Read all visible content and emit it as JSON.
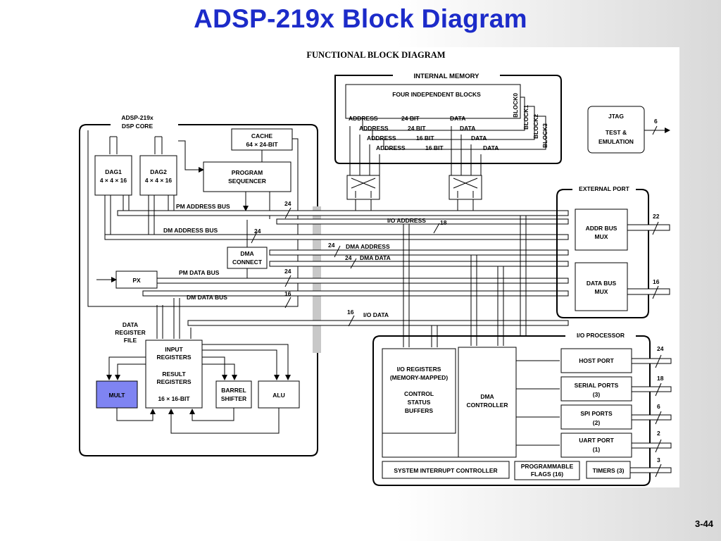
{
  "slide": {
    "title": "ADSP-219x Block Diagram",
    "page_number": "3-44"
  },
  "diagram": {
    "title": "FUNCTIONAL BLOCK DIAGRAM",
    "internal_memory": {
      "label": "INTERNAL MEMORY",
      "subtitle": "FOUR  INDEPENDENT BLOCKS",
      "blocks": [
        "BLOCK0",
        "BLOCK1",
        "BLOCK2",
        "BLOCK3"
      ],
      "rows": [
        {
          "address": "ADDRESS",
          "address_width": "24 BIT",
          "data": "DATA"
        },
        {
          "address": "ADDRESS",
          "address_width": "24 BIT",
          "data": "DATA"
        },
        {
          "address": "ADDRESS",
          "address_width": "16 BIT",
          "data": "DATA"
        },
        {
          "address": "ADDRESS",
          "address_width": "16 BIT",
          "data": "DATA"
        }
      ]
    },
    "dsp_core": {
      "label_line1": "ADSP-219x",
      "label_line2": "DSP CORE",
      "cache_line1": "CACHE",
      "cache_line2": "64 × 24-BIT",
      "dag1_line1": "DAG1",
      "dag1_line2": "4 × 4 × 16",
      "dag2_line1": "DAG2",
      "dag2_line2": "4 × 4 × 16",
      "sequencer_line1": "PROGRAM",
      "sequencer_line2": "SEQUENCER",
      "pm_address_bus": "PM ADDRESS BUS",
      "dm_address_bus": "DM ADDRESS BUS",
      "pm_data_bus": "PM DATA BUS",
      "dm_data_bus": "DM DATA BUS",
      "dma_connect_line1": "DMA",
      "dma_connect_line2": "CONNECT",
      "px": "PX",
      "data_register_file": [
        "DATA",
        "REGISTER",
        "FILE"
      ],
      "register_file": [
        "INPUT",
        "REGISTERS",
        "RESULT",
        "REGISTERS",
        "16 × 16-BIT"
      ],
      "mult": "MULT",
      "barrel_shifter_line1": "BARREL",
      "barrel_shifter_line2": "SHIFTER",
      "alu": "ALU"
    },
    "bus_widths": {
      "pm_address": "24",
      "dm_address": "24",
      "io_address": "18",
      "dma_address": "24",
      "dma_data": "24",
      "pm_data": "24",
      "dm_data": "16",
      "io_data": "16"
    },
    "io_address_label": "I/O ADDRESS",
    "dma_address_label": "DMA ADDRESS",
    "dma_data_label": "DMA DATA",
    "io_data_label": "I/O DATA",
    "jtag": {
      "title": "JTAG",
      "line1": "TEST &",
      "line2": "EMULATION",
      "pins": "6"
    },
    "external_port": {
      "label": "EXTERNAL PORT",
      "addr_mux_line1": "ADDR BUS",
      "addr_mux_line2": "MUX",
      "addr_pins": "22",
      "data_mux_line1": "DATA BUS",
      "data_mux_line2": "MUX",
      "data_pins": "16"
    },
    "io_processor": {
      "label": "I/O PROCESSOR",
      "io_registers": [
        "I/O REGISTERS",
        "(MEMORY-MAPPED)",
        "CONTROL",
        "STATUS",
        "BUFFERS"
      ],
      "dma_controller_line1": "DMA",
      "dma_controller_line2": "CONTROLLER",
      "host_port": "HOST PORT",
      "host_pins": "24",
      "serial_ports_line1": "SERIAL PORTS",
      "serial_ports_line2": "(3)",
      "serial_pins": "18",
      "spi_ports_line1": "SPI PORTS",
      "spi_ports_line2": "(2)",
      "spi_pins": "6",
      "uart_port_line1": "UART PORT",
      "uart_port_line2": "(1)",
      "uart_pins": "2",
      "sic": "SYSTEM INTERRUPT CONTROLLER",
      "flags_line1": "PROGRAMMABLE",
      "flags_line2": "FLAGS (16)",
      "timers": "TIMERS (3)",
      "timer_pins": "3"
    }
  },
  "colors": {
    "title": "#1c2bc9",
    "mult_fill": "#7f84f2",
    "bus_shadow": "#c8c8c8"
  }
}
